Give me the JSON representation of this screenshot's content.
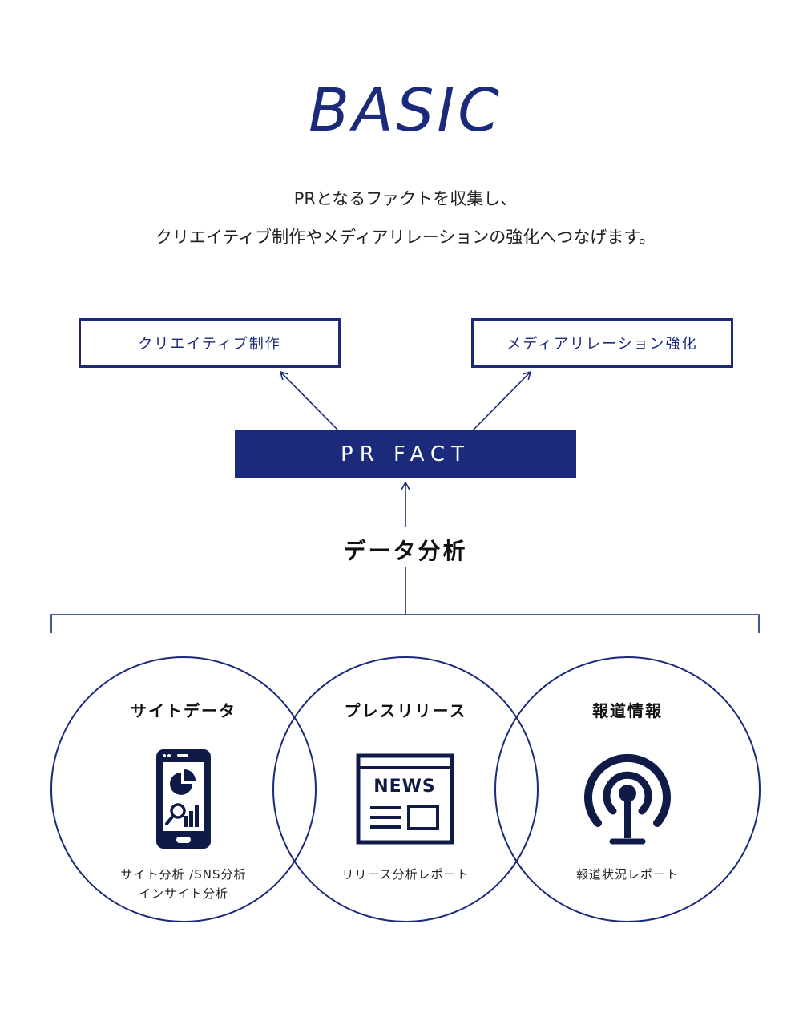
{
  "title": "BASIC",
  "lead": {
    "line1": "PRとなるファクトを収集し、",
    "line2": "クリエイティブ制作やメディアリレーションの強化へつなげます。"
  },
  "outputs": {
    "left": "クリエイティブ制作",
    "right": "メディアリレーション強化"
  },
  "center": "PR FACT",
  "analysis": "データ分析",
  "sources": [
    {
      "title": "サイトデータ",
      "desc1": "サイト分析 /SNS分析",
      "desc2": "インサイト分析",
      "icon": "smartphone-analytics-icon"
    },
    {
      "title": "プレスリリース",
      "desc1": "リリース分析レポート",
      "desc2": "",
      "icon": "news-icon",
      "icon_text": "NEWS"
    },
    {
      "title": "報道情報",
      "desc1": "報道状況レポート",
      "desc2": "",
      "icon": "broadcast-icon"
    }
  ],
  "colors": {
    "accent": "#1b2a7a",
    "icon": "#0f1b46",
    "text": "#222222"
  }
}
